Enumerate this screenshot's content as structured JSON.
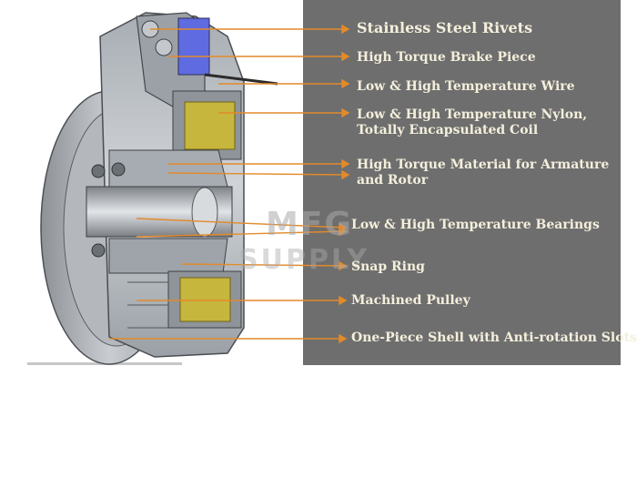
{
  "watermark": {
    "line1": "MFG",
    "line2": "SUPPLY"
  },
  "callouts": [
    {
      "text": "Stainless Steel Rivets"
    },
    {
      "text": "High Torque Brake Piece"
    },
    {
      "text": "Low & High Temperature Wire"
    },
    {
      "text": "Low & High Temperature Nylon,\nTotally Encapsulated Coil"
    },
    {
      "text": "High Torque Material for Armature\nand Rotor"
    },
    {
      "text": "Low & High Temperature Bearings"
    },
    {
      "text": "Snap Ring"
    },
    {
      "text": "Machined Pulley"
    },
    {
      "text": "One-Piece Shell with Anti-rotation Slots"
    }
  ],
  "colors": {
    "panel": "#6e6e6e",
    "label": "#f4efdc",
    "leader": "#e38a2a",
    "metal": "#b9bec4",
    "coil": "#c7b63d"
  }
}
